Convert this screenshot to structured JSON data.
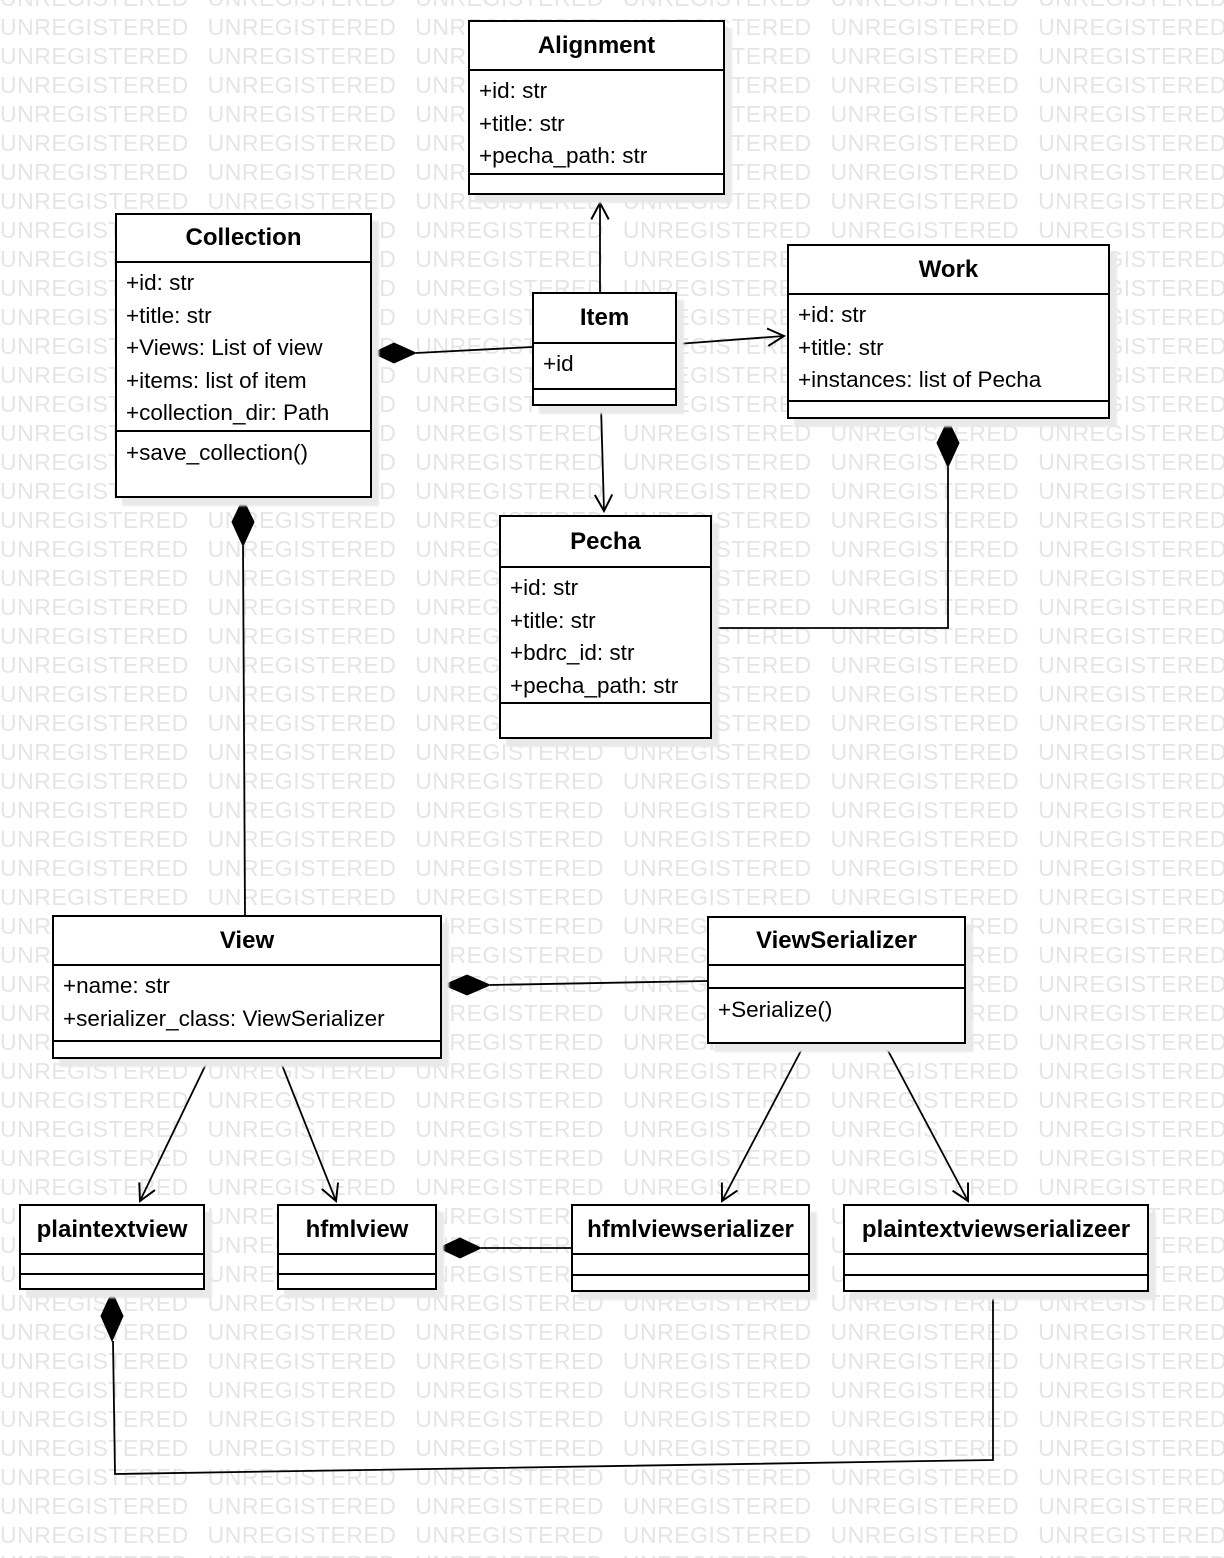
{
  "watermark": {
    "text": "UNREGISTERED"
  },
  "diagram_type": "uml-class-diagram",
  "classes": {
    "alignment": {
      "title": "Alignment",
      "attributes": [
        "+id: str",
        "+title: str",
        "+pecha_path: str"
      ],
      "methods": []
    },
    "collection": {
      "title": "Collection",
      "attributes": [
        "+id: str",
        "+title: str",
        "+Views: List of view",
        "+items: list of item",
        "+collection_dir: Path"
      ],
      "methods": [
        "+save_collection()"
      ]
    },
    "item": {
      "title": "Item",
      "attributes": [
        "+id"
      ],
      "methods": []
    },
    "work": {
      "title": "Work",
      "attributes": [
        "+id: str",
        "+title: str",
        "+instances: list of Pecha"
      ],
      "methods": []
    },
    "pecha": {
      "title": "Pecha",
      "attributes": [
        "+id: str",
        "+title: str",
        "+bdrc_id: str",
        "+pecha_path: str"
      ],
      "methods": []
    },
    "view": {
      "title": "View",
      "attributes": [
        "+name: str",
        "+serializer_class: ViewSerializer"
      ],
      "methods": []
    },
    "viewserializer": {
      "title": "ViewSerializer",
      "attributes": [],
      "methods": [
        "+Serialize()"
      ]
    },
    "plaintextview": {
      "title": "plaintextview",
      "attributes": [],
      "methods": []
    },
    "hfmlview": {
      "title": "hfmlview",
      "attributes": [],
      "methods": []
    },
    "hfmlviewserializer": {
      "title": "hfmlviewserializer",
      "attributes": [],
      "methods": []
    },
    "plaintextviewserializeer": {
      "title": "plaintextviewserializeer",
      "attributes": [],
      "methods": []
    }
  },
  "relationships": [
    {
      "from": "item",
      "to": "alignment",
      "type": "arrow"
    },
    {
      "from": "item",
      "to": "work",
      "type": "arrow"
    },
    {
      "from": "item",
      "to": "pecha",
      "type": "arrow"
    },
    {
      "from": "collection",
      "to": "item",
      "type": "composition"
    },
    {
      "from": "collection",
      "to": "view",
      "type": "composition"
    },
    {
      "from": "work",
      "to": "pecha",
      "type": "composition"
    },
    {
      "from": "view",
      "to": "viewserializer",
      "type": "composition"
    },
    {
      "from": "view",
      "to": "plaintextview",
      "type": "arrow"
    },
    {
      "from": "view",
      "to": "hfmlview",
      "type": "arrow"
    },
    {
      "from": "viewserializer",
      "to": "hfmlviewserializer",
      "type": "arrow"
    },
    {
      "from": "viewserializer",
      "to": "plaintextviewserializeer",
      "type": "arrow"
    },
    {
      "from": "hfmlview",
      "to": "hfmlviewserializer",
      "type": "composition"
    },
    {
      "from": "plaintextview",
      "to": "plaintextviewserializeer",
      "type": "composition"
    }
  ]
}
